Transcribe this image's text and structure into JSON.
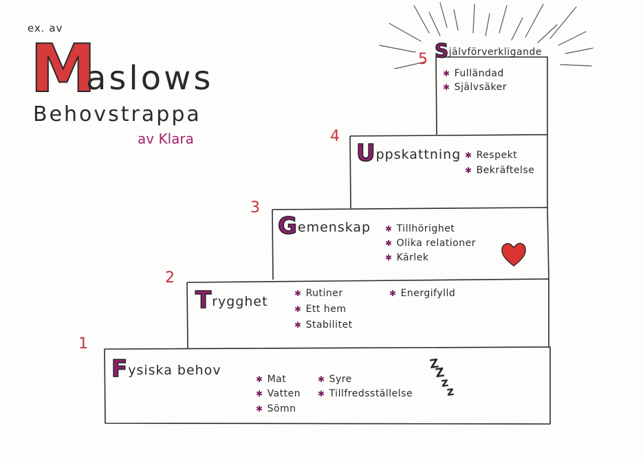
{
  "header": {
    "prefix": "ex. av",
    "title_first": "M",
    "title_rest": "aslows",
    "subtitle": "Behovstrappa",
    "author": "av Klara"
  },
  "steps": [
    {
      "number": "1",
      "first": "F",
      "rest": "ysiska behov",
      "items": [
        "Mat",
        "Vatten",
        "Sömn",
        "Syre",
        "Tillfredsställelse"
      ]
    },
    {
      "number": "2",
      "first": "T",
      "rest": "rygghet",
      "items": [
        "Rutiner",
        "Ett hem",
        "Stabilitet",
        "Energifylld"
      ]
    },
    {
      "number": "3",
      "first": "G",
      "rest": "emenskap",
      "items": [
        "Tillhörighet",
        "Olika relationer",
        "Kärlek"
      ]
    },
    {
      "number": "4",
      "first": "U",
      "rest": "ppskattning",
      "items": [
        "Respekt",
        "Bekräftelse"
      ]
    },
    {
      "number": "5",
      "first": "S",
      "rest": "jälvförverkligande",
      "items": [
        "Fulländad",
        "Självsäker"
      ]
    }
  ],
  "colors": {
    "title_red": "#d63a3a",
    "step_purple": "#8e1f6b",
    "number_red": "#c8303c",
    "author_color": "#a0246e",
    "bullet_purple": "#7a1f5f",
    "heart_red": "#d9342f",
    "ink": "#2a2a2a"
  },
  "icons": {
    "heart": "heart-icon",
    "sleep": "sleep-zzz-icon",
    "sun": "sunburst-icon"
  }
}
